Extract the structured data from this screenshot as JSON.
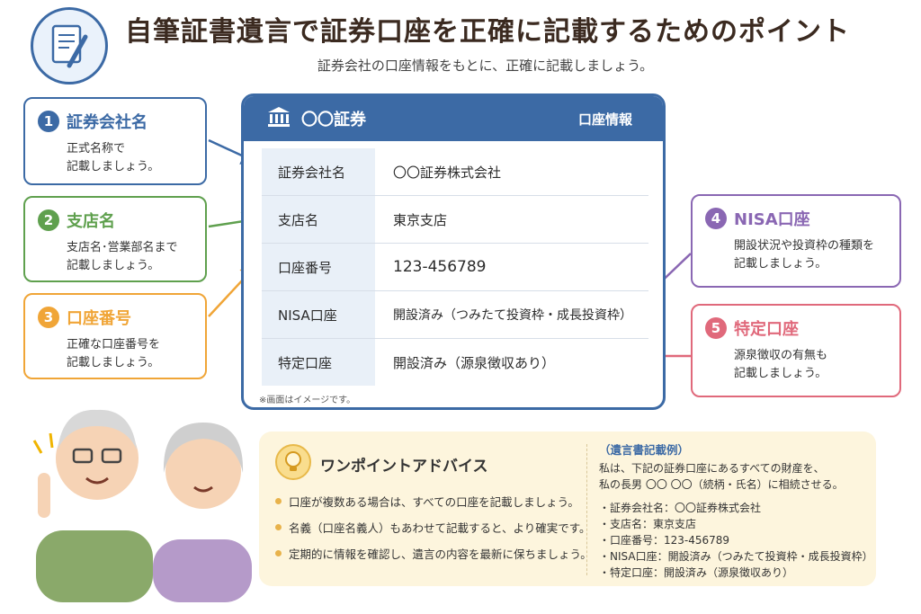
{
  "header": {
    "title": "自筆証書遺言で証券口座を正確に記載するためのポイント",
    "subtitle": "証券会社の口座情報をもとに、正確に記載しましょう。"
  },
  "points": [
    {
      "num": "1",
      "title": "証券会社名",
      "desc1": "正式名称で",
      "desc2": "記載しましょう。",
      "color": "#3c6aa5"
    },
    {
      "num": "2",
      "title": "支店名",
      "desc1": "支店名･営業部名まで",
      "desc2": "記載しましょう。",
      "color": "#5fa04e"
    },
    {
      "num": "3",
      "title": "口座番号",
      "desc1": "正確な口座番号を",
      "desc2": "記載しましょう。",
      "color": "#f0a537"
    },
    {
      "num": "4",
      "title": "NISA口座",
      "desc1": "開設状況や投資枠の種類を",
      "desc2": "記載しましょう。",
      "color": "#8a67b3"
    },
    {
      "num": "5",
      "title": "特定口座",
      "desc1": "源泉徴収の有無も",
      "desc2": "記載しましょう。",
      "color": "#e0697b"
    }
  ],
  "card": {
    "brand": "〇〇証券",
    "label": "口座情報",
    "rows": [
      {
        "key": "証券会社名",
        "value": "〇〇証券株式会社"
      },
      {
        "key": "支店名",
        "value": "東京支店"
      },
      {
        "key": "口座番号",
        "value": "123-456789"
      },
      {
        "key": "NISA口座",
        "value": "開設済み（つみたて投資枠・成長投資枠）"
      },
      {
        "key": "特定口座",
        "value": "開設済み（源泉徴収あり）"
      }
    ],
    "note": "※画面はイメージです。"
  },
  "advice": {
    "title": "ワンポイントアドバイス",
    "tips": [
      "口座が複数ある場合は、すべての口座を記載しましょう。",
      "名義（口座名義人）もあわせて記載すると、より確実です。",
      "定期的に情報を確認し、遺言の内容を最新に保ちましょう。"
    ]
  },
  "example": {
    "title": "（遺言書記載例）",
    "intro1": "私は、下記の証券口座にあるすべての財産を、",
    "intro2": "私の長男 〇〇 〇〇（続柄・氏名）に相続させる。",
    "lines": [
      "・証券会社名：〇〇証券株式会社",
      "・支店名：東京支店",
      "・口座番号：123-456789",
      "・NISA口座：開設済み（つみたて投資枠・成長投資枠）",
      "・特定口座：開設済み（源泉徴収あり）"
    ]
  },
  "icons": {
    "header": "document-pen-icon",
    "card": "building-icon",
    "advice": "lightbulb-icon"
  }
}
